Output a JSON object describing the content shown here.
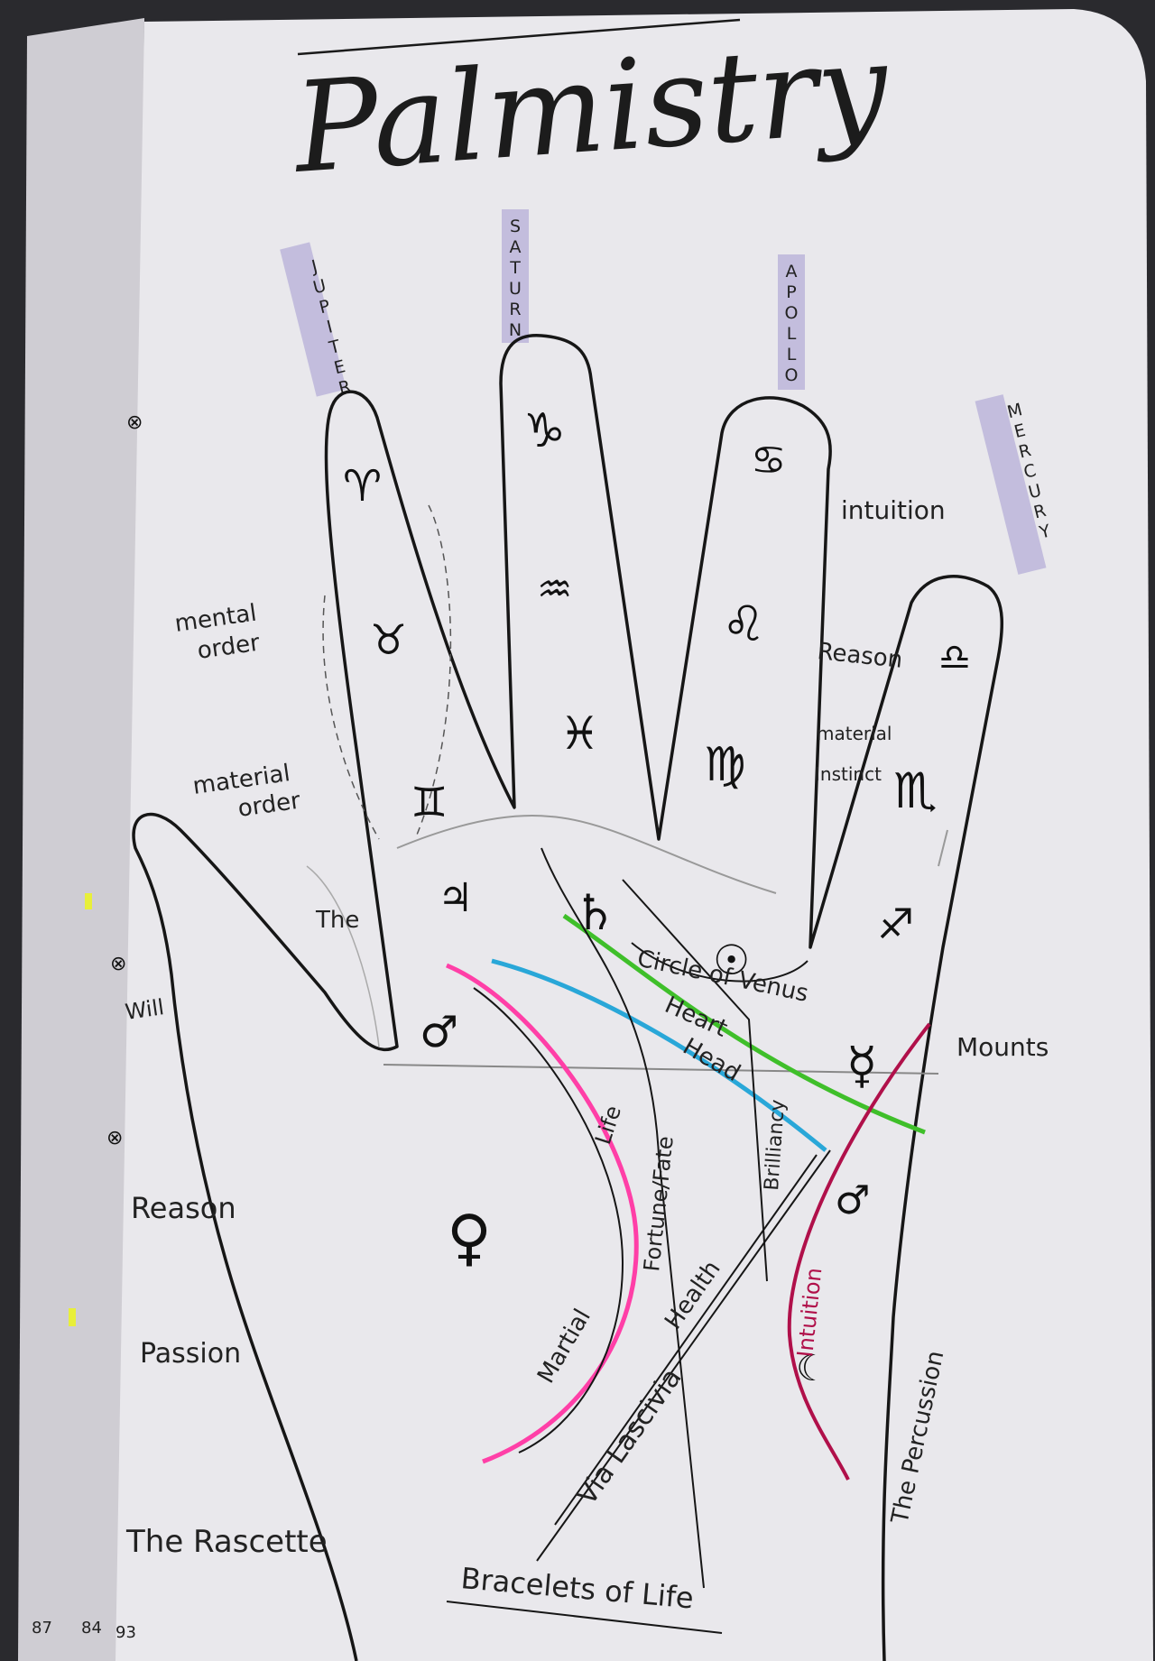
{
  "title": "Palmistry",
  "fingers": {
    "jupiter": "JUPITER",
    "saturn": "SATURN",
    "apollo": "APOLLO",
    "mercury": "MERCURY"
  },
  "symbols": {
    "aries": "♈",
    "taurus": "♉",
    "gemini": "♊",
    "capricorn": "♑",
    "aquarius": "♒",
    "pisces": "♓",
    "cancer": "♋",
    "leo": "♌",
    "virgo": "♍",
    "libra": "♎",
    "scorpio": "♏",
    "jupiter_mount": "♃",
    "saturn_mount": "♄",
    "sun_mount": "☉",
    "sagittarius_mount": "♐",
    "mars_upper": "♂",
    "mercury_mount": "☿",
    "mars_lower": "♂",
    "venus_mount": "♀",
    "moon": "☾"
  },
  "labels": {
    "mental_order": [
      "mental",
      "order"
    ],
    "material_order": [
      "material",
      "order"
    ],
    "the": "The",
    "will": "Will",
    "reason_left": "Reason",
    "passion": "Passion",
    "the_rascette": "The Rascette",
    "intuition_top": "intuition",
    "reason_right": "Reason",
    "material_instinct": [
      "material",
      "Instinct"
    ],
    "mounts": "Mounts",
    "circle_of_venus": "Circle of Venus",
    "heart": "Heart",
    "head": "Head",
    "life": "Life",
    "fortune_fate": "Fortune/Fate",
    "brilliancy": "Brilliancy",
    "health": "Health",
    "intuition_line": "Intuition",
    "martial": "Martial",
    "via_lascivia": "Via Lascivia",
    "the_percussion": "The Percussion",
    "bracelets_of_life": "Bracelets of Life"
  },
  "page_numbers": [
    "87",
    "84",
    "93"
  ],
  "colors": {
    "paper": "#e9e8ec",
    "ink": "#161616",
    "heart_line": "#3fbf2a",
    "head_line": "#29a7d8",
    "life_line": "#ff3fa7",
    "intuition_line": "#b0104a",
    "highlight": "#b9b1da"
  }
}
